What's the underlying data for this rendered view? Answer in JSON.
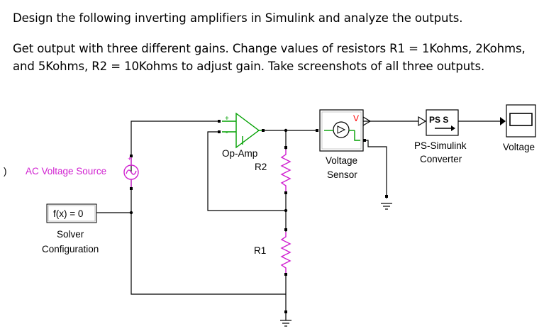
{
  "instructions": {
    "line1": "Design the following inverting amplifiers in Simulink and analyze the outputs.",
    "line2": "Get output with three different gains. Change values of resistors R1 = 1Kohms, 2Kohms, and 5Kohms, R2 = 10Kohms to adjust gain. Take screenshots of all three outputs."
  },
  "diagram": {
    "ac_source_label": "AC Voltage Source",
    "solver_block_text": "f(x) = 0",
    "solver_label_line1": "Solver",
    "solver_label_line2": "Configuration",
    "opamp_label": "Op-Amp",
    "r2_label": "R2",
    "r1_label": "R1",
    "sensor_label_line1": "Voltage",
    "sensor_label_line2": "Sensor",
    "sensor_v": "V",
    "converter_block_text": "PS S",
    "converter_label_line1": "PS-Simulink",
    "converter_label_line2": "Converter",
    "scope_label": "Voltage",
    "colors": {
      "signal_green": "#00a000",
      "ac_magenta": "#d020d0",
      "sensor_red": "#ff0000"
    }
  }
}
